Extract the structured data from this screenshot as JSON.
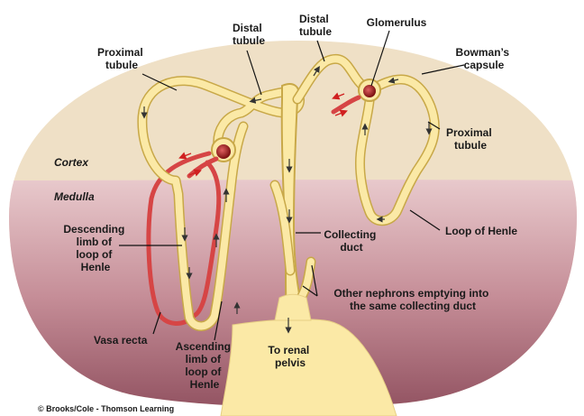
{
  "labels": {
    "distal_tubule_left": [
      "Distal",
      "tubule"
    ],
    "distal_tubule_right": [
      "Distal",
      "tubule"
    ],
    "glomerulus": "Glomerulus",
    "bowmans_capsule": [
      "Bowman’s",
      "capsule"
    ],
    "proximal_tubule_left": [
      "Proximal",
      "tubule"
    ],
    "proximal_tubule_right": [
      "Proximal",
      "tubule"
    ],
    "cortex": "Cortex",
    "medulla": "Medulla",
    "descending_limb": [
      "Descending",
      "limb of",
      "loop of",
      "Henle"
    ],
    "collecting_duct": [
      "Collecting",
      "duct"
    ],
    "loop_of_henle": "Loop of Henle",
    "other_nephrons": [
      "Other nephrons emptying into",
      "the same collecting duct"
    ],
    "vasa_recta": "Vasa recta",
    "ascending_limb": [
      "Ascending",
      "limb of",
      "loop of",
      "Henle"
    ],
    "renal_pelvis": [
      "To renal",
      "pelvis"
    ],
    "credit": "© Brooks/Cole - Thomson Learning"
  },
  "colors": {
    "cortex": "#efe0c6",
    "medulla": "#b0707d",
    "tubule_fill": "#fbe9a6",
    "tubule_edge": "#c8a848",
    "vessel": "#d64545",
    "glomerulus": "#a02020"
  }
}
